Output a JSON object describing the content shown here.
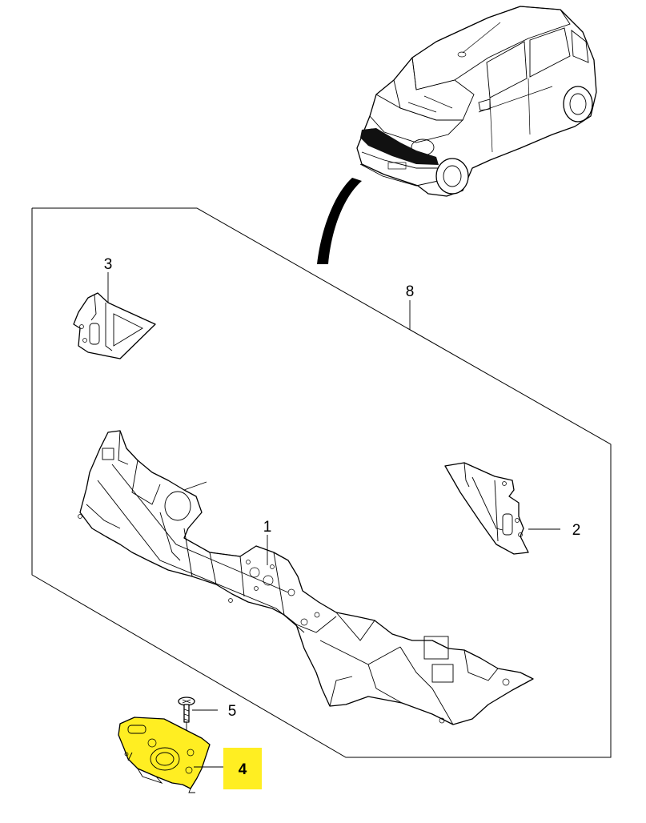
{
  "callouts": [
    {
      "id": "1",
      "label": "1"
    },
    {
      "id": "2",
      "label": "2"
    },
    {
      "id": "3",
      "label": "3"
    },
    {
      "id": "4",
      "label": "4",
      "highlighted": true
    },
    {
      "id": "5",
      "label": "5"
    },
    {
      "id": "8",
      "label": "8"
    }
  ],
  "colors": {
    "highlight": "#ffee22",
    "line": "#000000",
    "background": "#ffffff"
  }
}
